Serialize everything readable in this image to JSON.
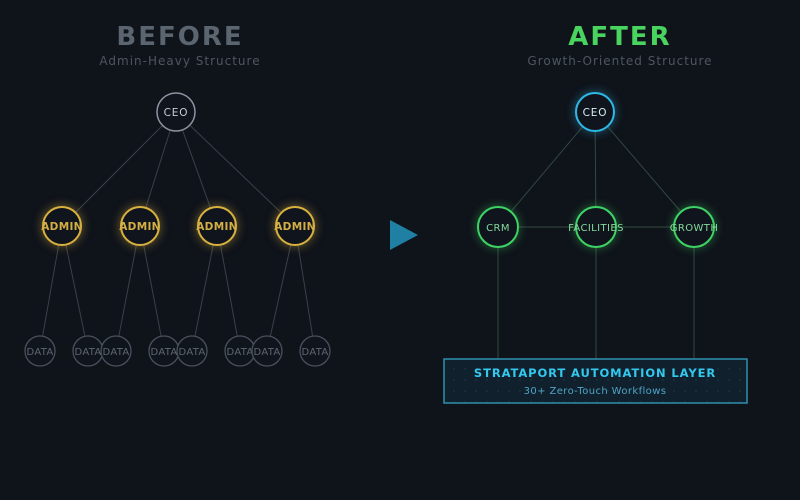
{
  "before": {
    "title": "BEFORE",
    "subtitle": "Admin-Heavy Structure",
    "ceo_label": "CEO",
    "admin_labels": [
      "ADMIN",
      "ADMIN",
      "ADMIN",
      "ADMIN"
    ],
    "data_labels": [
      "DATA",
      "DATA",
      "DATA",
      "DATA",
      "DATA",
      "DATA",
      "DATA",
      "DATA"
    ],
    "colors": {
      "title": "#5b6570",
      "ceo_ring": "#8b939e",
      "admin_ring": "#d9b13f",
      "data_ring": "#49515c",
      "connector": "#3a414b"
    }
  },
  "after": {
    "title": "AFTER",
    "subtitle": "Growth-Oriented Structure",
    "ceo_label": "CEO",
    "department_labels": [
      "CRM",
      "FACILITIES",
      "GROWTH"
    ],
    "automation_layer": {
      "title": "STRATAPORT AUTOMATION LAYER",
      "subtitle": "30+ Zero-Touch Workflows"
    },
    "colors": {
      "title": "#49d35f",
      "ceo_ring": "#2eb8e6",
      "department_ring": "#3ed364",
      "connector": "#32493f",
      "box_border": "#2e8fae",
      "box_title": "#33c9ef",
      "box_subtitle": "#4da4c4"
    }
  },
  "transition_arrow": {
    "direction": "right",
    "color": "#1f80a4"
  },
  "page": {
    "background": "#0f131a"
  }
}
